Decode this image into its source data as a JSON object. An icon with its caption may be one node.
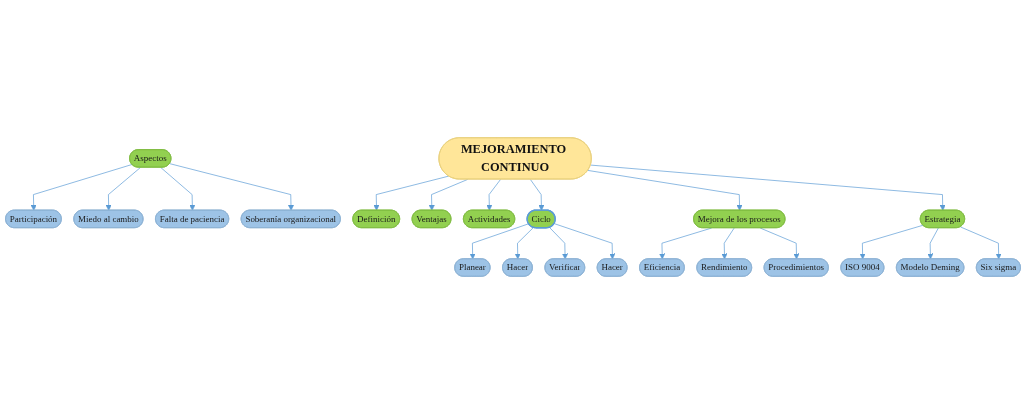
{
  "diagram": {
    "nodes": [
      {
        "text": [
          "Participación"
        ]
      },
      {
        "text": [
          "Miedo al cambio"
        ]
      },
      {
        "text": [
          "Falta de paciencia"
        ]
      },
      {
        "text": [
          "Soberanía organizacional"
        ]
      },
      {
        "text": [
          "Definición"
        ]
      },
      {
        "text": [
          "Ventajas"
        ]
      },
      {
        "text": [
          "Actividades"
        ]
      },
      {
        "text": [
          "Planear"
        ]
      },
      {
        "text": [
          "Aspectos"
        ]
      },
      {
        "text": [
          "Ciclo"
        ]
      },
      {
        "text": [
          "Eficiencia"
        ]
      },
      {
        "text": [
          "MEJORAMIENTO CONTINUO"
        ]
      },
      {
        "text": [
          "Hacer"
        ]
      },
      {
        "text": [
          "Mejora de los procesos"
        ]
      },
      {
        "text": [
          "Rendimiento"
        ]
      },
      {
        "text": [
          "Verificar"
        ]
      },
      {
        "text": [
          "Hacer"
        ]
      },
      {
        "text": [
          "Estrategia"
        ]
      },
      {
        "text": [
          "Procedimientos"
        ]
      },
      {
        "text": [
          "Six sigma"
        ]
      },
      {
        "text": [
          "ISO 9004"
        ]
      },
      {
        "text": [
          "Modelo Deming"
        ]
      }
    ],
    "edges": [
      {
        "from": 11,
        "to": 9,
        "arrow": "to"
      },
      {
        "from": 11,
        "to": 5,
        "arrow": "to"
      },
      {
        "from": 11,
        "to": 4,
        "arrow": "to"
      },
      {
        "from": 11,
        "to": 6,
        "arrow": "to"
      },
      {
        "from": 11,
        "to": 13,
        "arrow": "to"
      },
      {
        "from": 11,
        "to": 17,
        "arrow": "to"
      },
      {
        "from": 9,
        "to": 7,
        "arrow": "to"
      },
      {
        "from": 9,
        "to": 12,
        "arrow": "to"
      },
      {
        "from": 9,
        "to": 15,
        "arrow": "to"
      },
      {
        "from": 9,
        "to": 16,
        "arrow": "to"
      },
      {
        "from": 8,
        "to": 2,
        "arrow": "to"
      },
      {
        "from": 8,
        "to": 0,
        "arrow": "to"
      },
      {
        "from": 8,
        "to": 1,
        "arrow": "to"
      },
      {
        "from": 8,
        "to": 3,
        "arrow": "to"
      },
      {
        "from": 13,
        "to": 10,
        "arrow": "to"
      },
      {
        "from": 13,
        "to": 14,
        "arrow": "to"
      },
      {
        "from": 13,
        "to": 18,
        "arrow": "to"
      },
      {
        "from": 17,
        "to": 20,
        "arrow": "to"
      },
      {
        "from": 17,
        "to": 21,
        "arrow": "to"
      },
      {
        "from": 17,
        "to": 19,
        "arrow": "to"
      }
    ]
  }
}
